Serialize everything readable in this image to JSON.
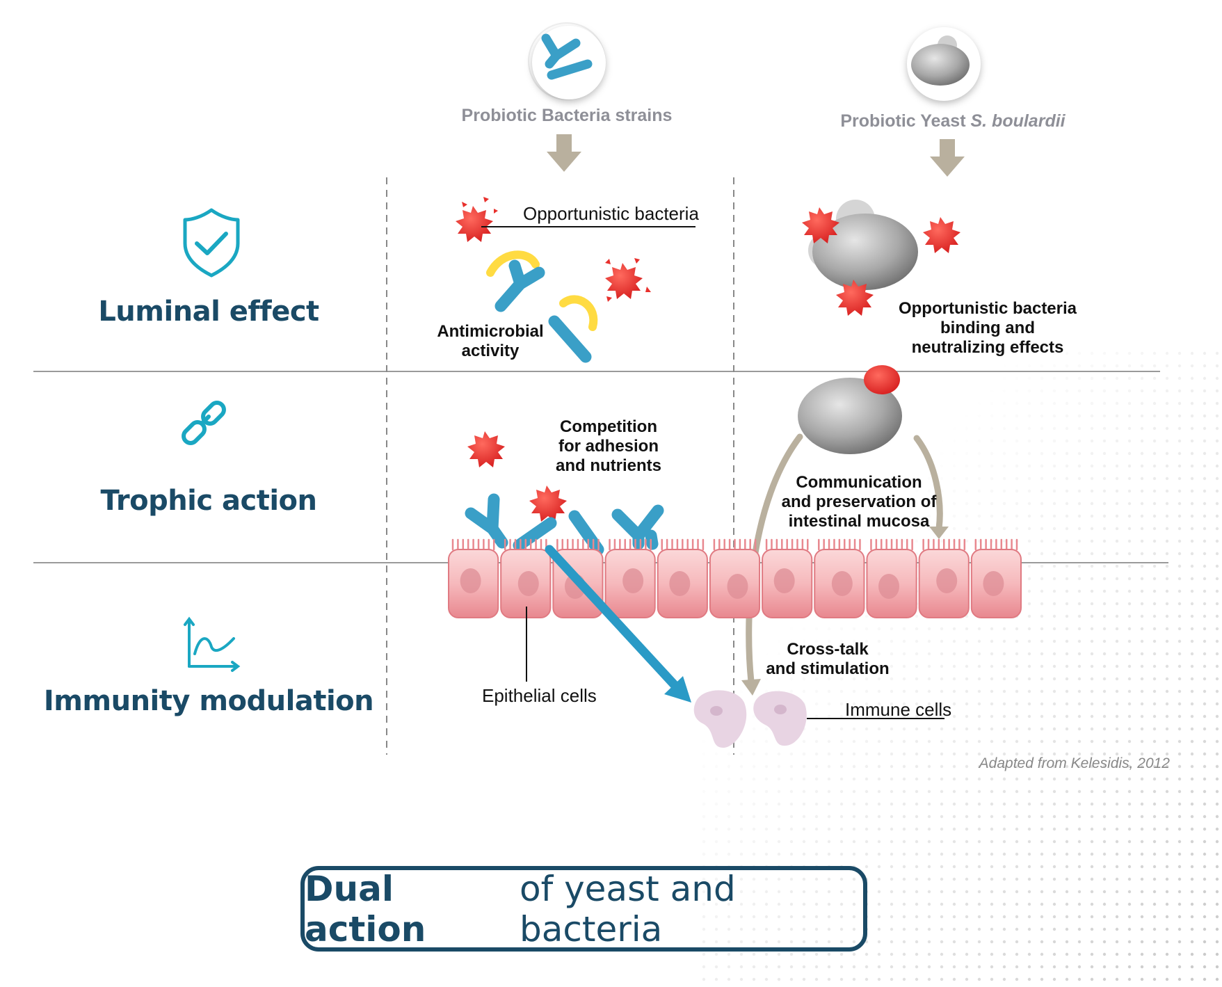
{
  "columns": {
    "bacteria": "Probiotic Bacteria strains",
    "yeast_prefix": "Probiotic Yeast ",
    "yeast_species": "S. boulardii"
  },
  "rows": {
    "luminal": "Luminal effect",
    "trophic": "Trophic action",
    "immunity": "Immunity modulation"
  },
  "labels": {
    "opportunistic": "Opportunistic bacteria",
    "antimicrobial_1": "Antimicrobial",
    "antimicrobial_2": "activity",
    "binding_1": "Opportunistic bacteria",
    "binding_2": "binding and",
    "binding_3": "neutralizing effects",
    "competition_1": "Competition",
    "competition_2": "for adhesion",
    "competition_3": "and nutrients",
    "communication_1": "Communication",
    "communication_2": "and preservation of",
    "communication_3": "intestinal mucosa",
    "crosstalk_1": "Cross-talk",
    "crosstalk_2": "and stimulation",
    "epithelial": "Epithelial cells",
    "immune": "Immune cells"
  },
  "credit": "Adapted from Kelesidis, 2012",
  "title": {
    "strong": "Dual action",
    "rest": "of yeast and bacteria"
  },
  "colors": {
    "navy": "#1a4a66",
    "teal": "#1aa7c2",
    "bacteria_blue": "#3a9fc7",
    "red": "#e8302c",
    "yeast_gray": "#9a9a9a",
    "arrow_khaki": "#b9b09e",
    "epithelium_pink": "#f2a3a8"
  },
  "icons": [
    "shield-check-icon",
    "chain-link-icon",
    "trend-chart-icon"
  ]
}
